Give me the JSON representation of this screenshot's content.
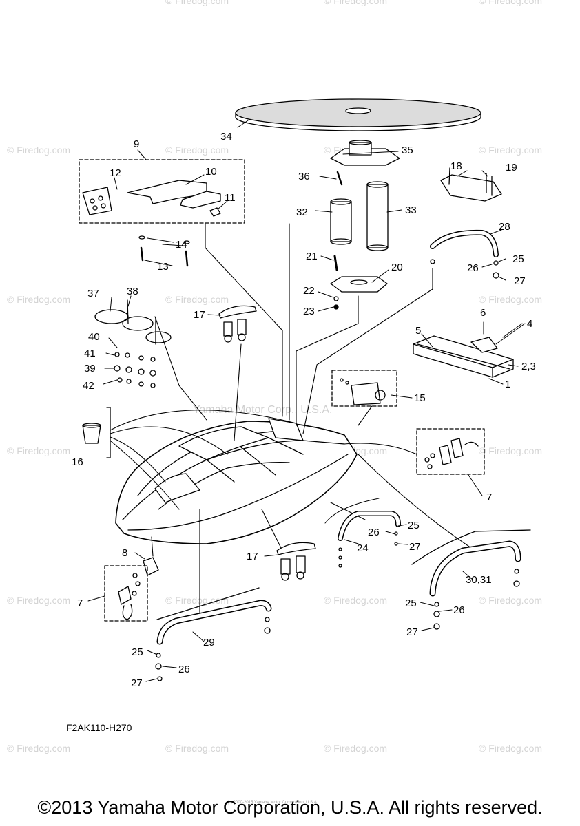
{
  "watermark": "© Firedog.com",
  "center_watermark": "Yamaha Motor Corp., U.S.A.",
  "figure_code": "F2AK110-H270",
  "footer": "©2013 Yamaha Motor Corporation, U.S.A. All rights reserved.",
  "fine_print": "(c) 2000-2015 Yamaha Motor Corporation, U.S.A.",
  "callouts": {
    "c1": "1",
    "c2_3": "2,3",
    "c4": "4",
    "c5": "5",
    "c6": "6",
    "c7a": "7",
    "c7b": "7",
    "c8": "8",
    "c9": "9",
    "c10": "10",
    "c11": "11",
    "c12": "12",
    "c13": "13",
    "c14": "14",
    "c15": "15",
    "c16": "16",
    "c17a": "17",
    "c17b": "17",
    "c18": "18",
    "c19": "19",
    "c20": "20",
    "c21": "21",
    "c22": "22",
    "c23": "23",
    "c24": "24",
    "c25a": "25",
    "c25b": "25",
    "c25c": "25",
    "c25d": "25",
    "c26a": "26",
    "c26b": "26",
    "c26c": "26",
    "c26d": "26",
    "c27a": "27",
    "c27b": "27",
    "c27c": "27",
    "c27d": "27",
    "c28": "28",
    "c29": "29",
    "c30_31": "30,31",
    "c32": "32",
    "c33": "33",
    "c34": "34",
    "c35": "35",
    "c36": "36",
    "c37": "37",
    "c38": "38",
    "c39": "39",
    "c40": "40",
    "c41": "41",
    "c42": "42"
  }
}
